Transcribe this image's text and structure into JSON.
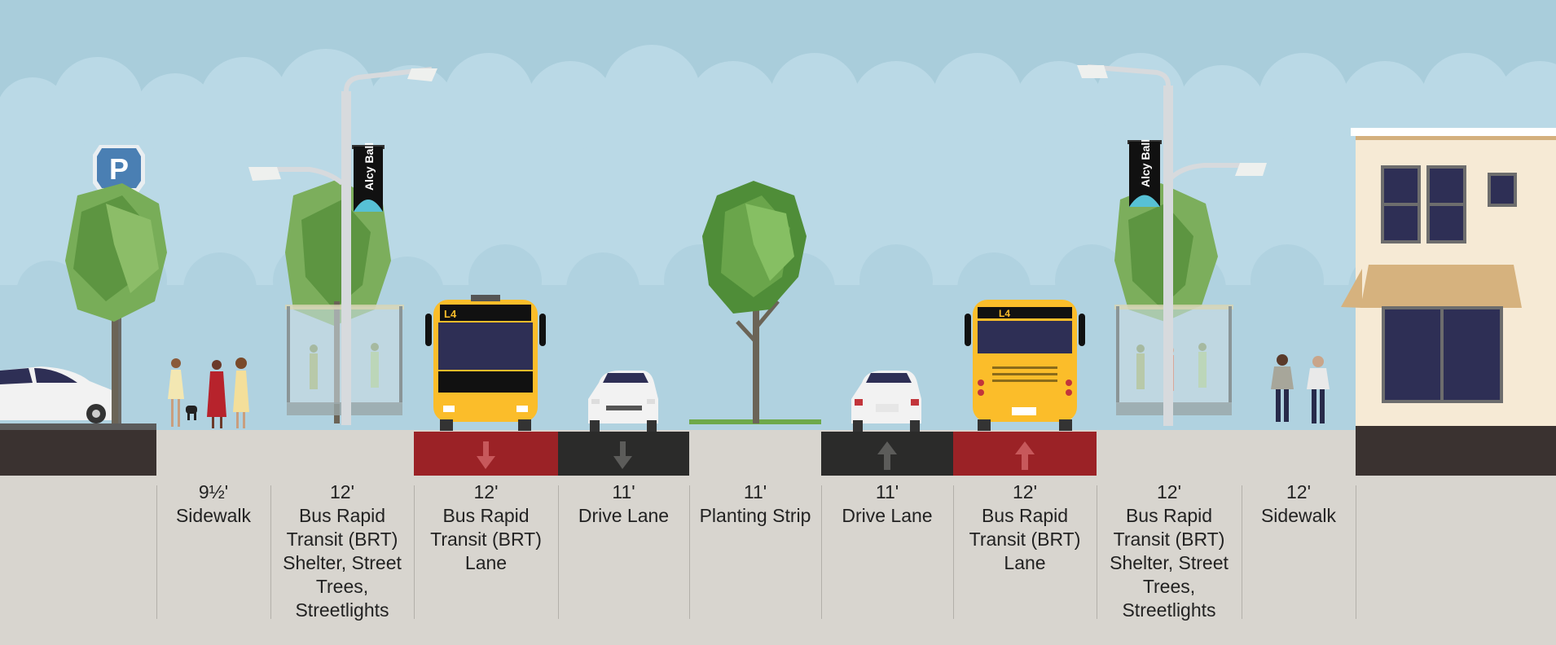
{
  "banner_text": "Alcy Ball",
  "parking_sign": "P",
  "bus_route": "L4",
  "segments": [
    {
      "id": "sidewalk-left",
      "width": "9½'",
      "name": "Sidewalk"
    },
    {
      "id": "brt-shelter-left",
      "width": "12'",
      "name": "Bus Rapid Transit (BRT) Shelter, Street Trees, Streetlights"
    },
    {
      "id": "brt-lane-left",
      "width": "12'",
      "name": "Bus Rapid Transit (BRT) Lane"
    },
    {
      "id": "drive-lane-left",
      "width": "11'",
      "name": "Drive Lane"
    },
    {
      "id": "planting-strip",
      "width": "11'",
      "name": "Planting Strip"
    },
    {
      "id": "drive-lane-right",
      "width": "11'",
      "name": "Drive Lane"
    },
    {
      "id": "brt-lane-right",
      "width": "12'",
      "name": "Bus Rapid Transit (BRT) Lane"
    },
    {
      "id": "brt-shelter-right",
      "width": "12'",
      "name": "Bus Rapid Transit (BRT) Shelter, Street Trees, Streetlights"
    },
    {
      "id": "sidewalk-right",
      "width": "12'",
      "name": "Sidewalk"
    }
  ],
  "colors": {
    "sky": "#a9cddb",
    "cloud": "#bcdde9",
    "brt_lane": "#9b2226",
    "drive_lane": "#2b2b2a",
    "sidewalk": "#d8d5cf",
    "curb_dark": "#3a3230",
    "bus_yellow": "#fbbd2a",
    "tree_green": "#5f9e44",
    "building": "#f6ead5"
  }
}
